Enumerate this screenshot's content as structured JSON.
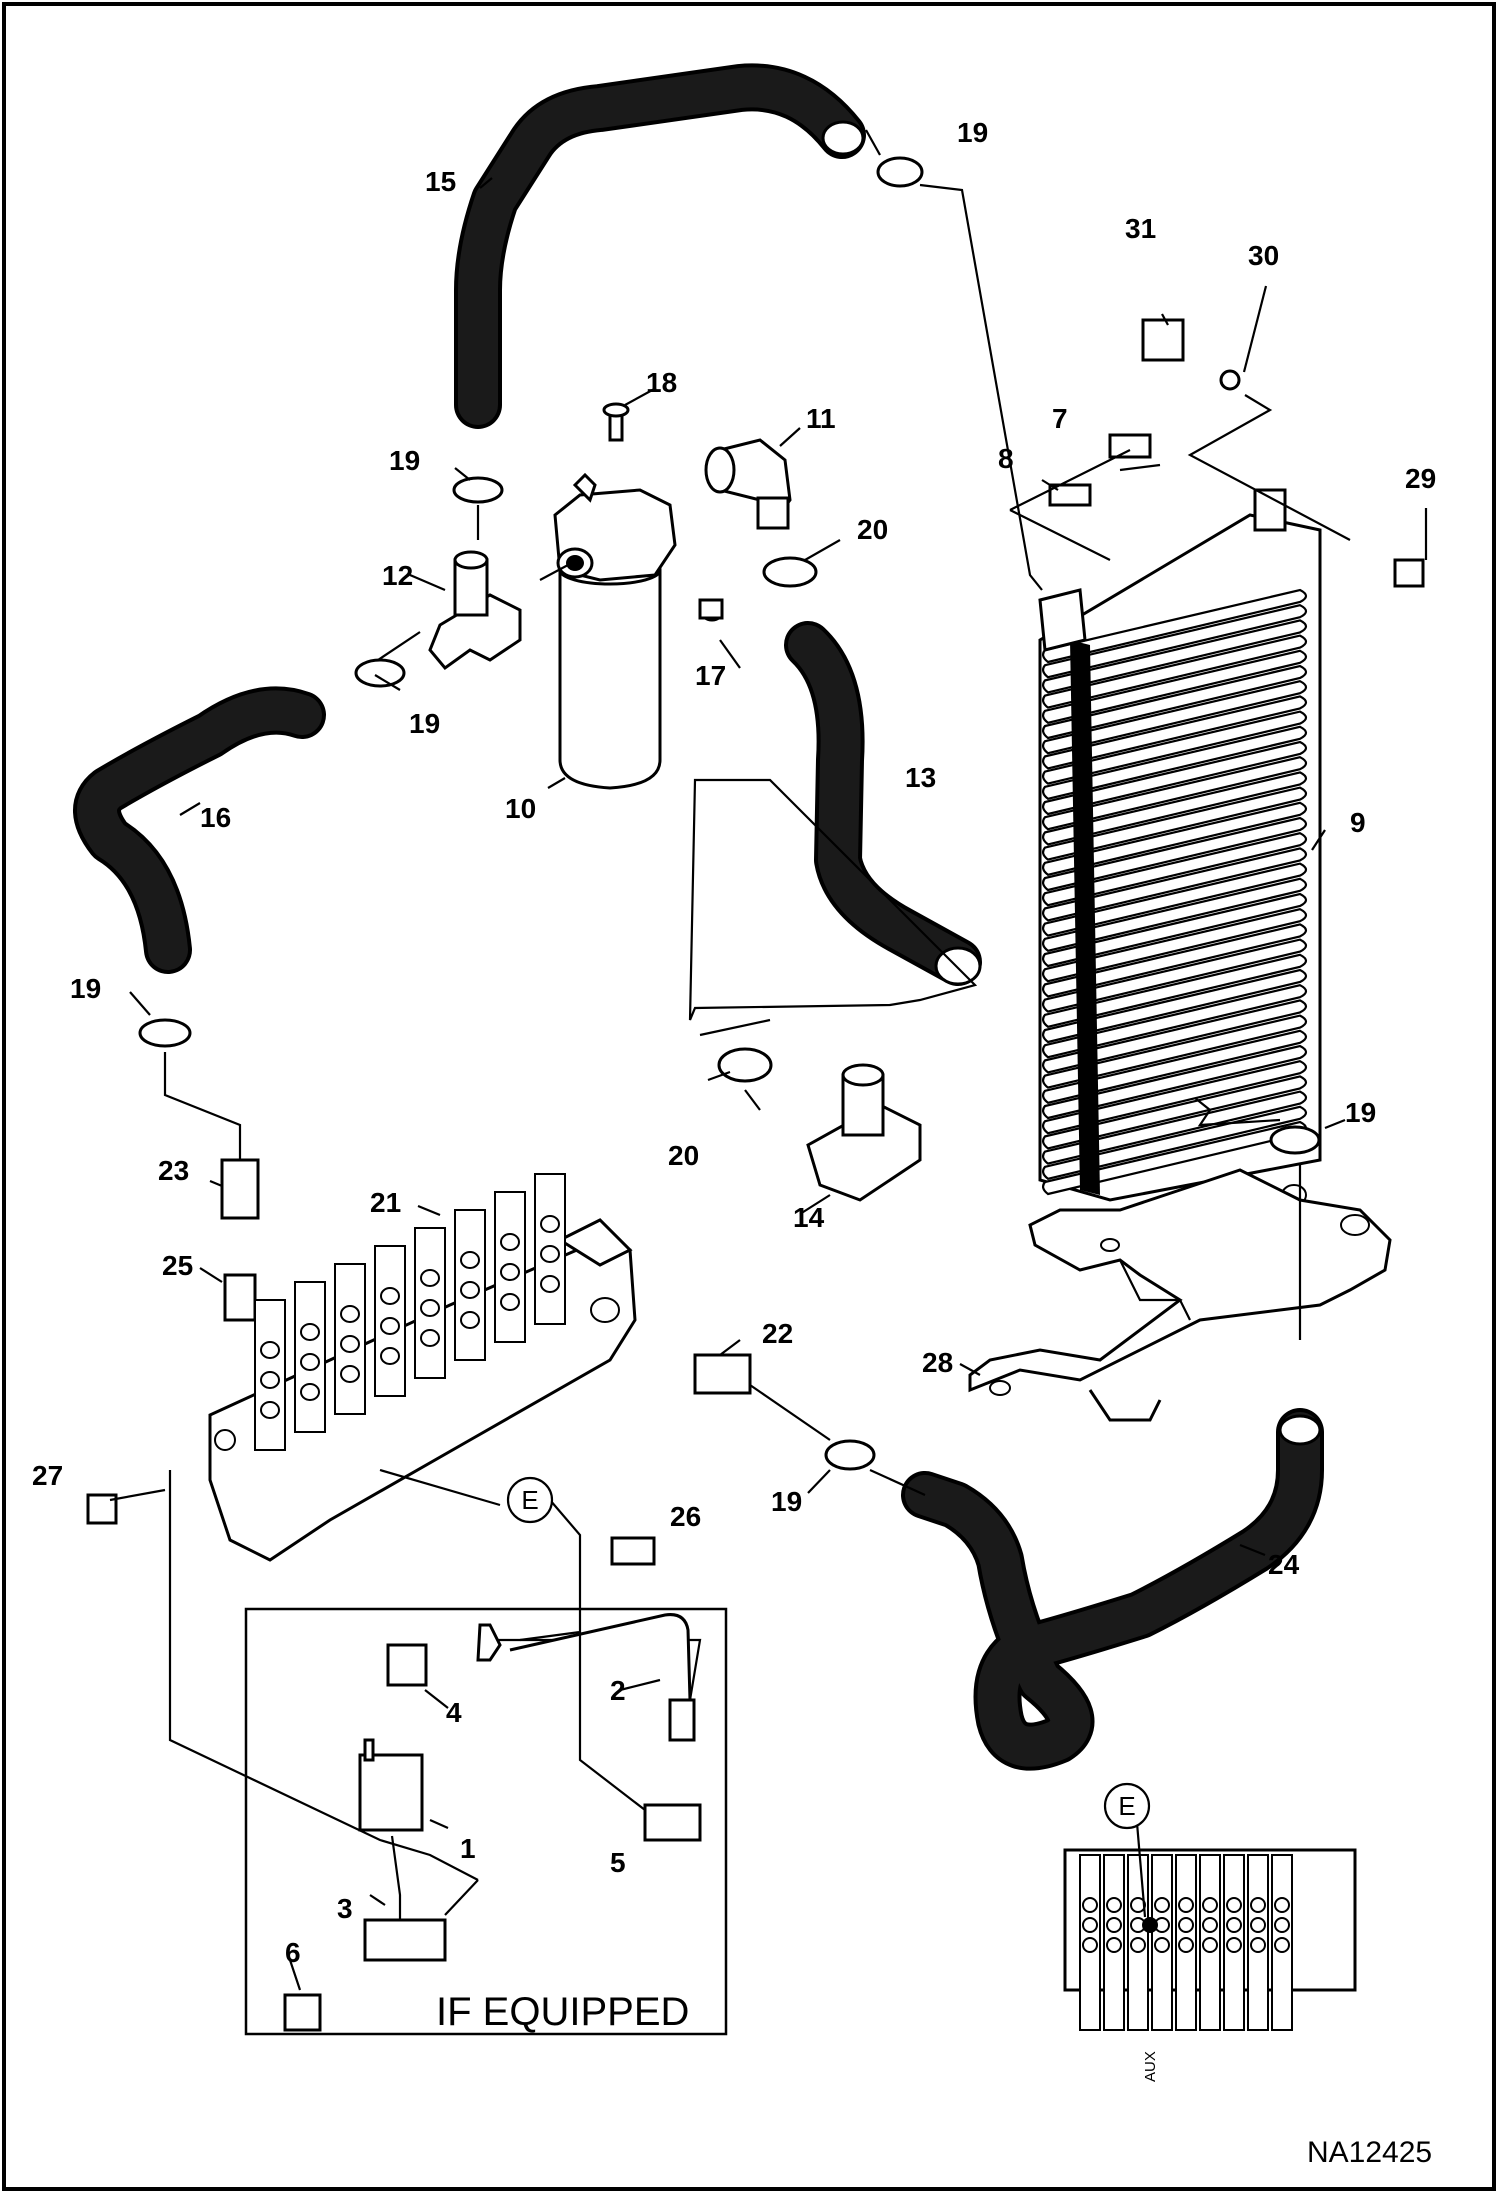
{
  "diagram": {
    "drawing_number": "NA12425",
    "note": "IF EQUIPPED",
    "detail_marker": "E",
    "detail_label": "AUX",
    "callouts": {
      "c1": "1",
      "c2": "2",
      "c3": "3",
      "c4": "4",
      "c5": "5",
      "c6": "6",
      "c7": "7",
      "c8": "8",
      "c9": "9",
      "c10": "10",
      "c11": "11",
      "c12": "12",
      "c13": "13",
      "c14": "14",
      "c15": "15",
      "c16": "16",
      "c17": "17",
      "c18": "18",
      "c19a": "19",
      "c19b": "19",
      "c19c": "19",
      "c19d": "19",
      "c19e": "19",
      "c19f": "19",
      "c20a": "20",
      "c20b": "20",
      "c21": "21",
      "c22": "22",
      "c23": "23",
      "c24": "24",
      "c25": "25",
      "c26": "26",
      "c27": "27",
      "c28": "28",
      "c29": "29",
      "c30": "30",
      "c31": "31"
    }
  }
}
